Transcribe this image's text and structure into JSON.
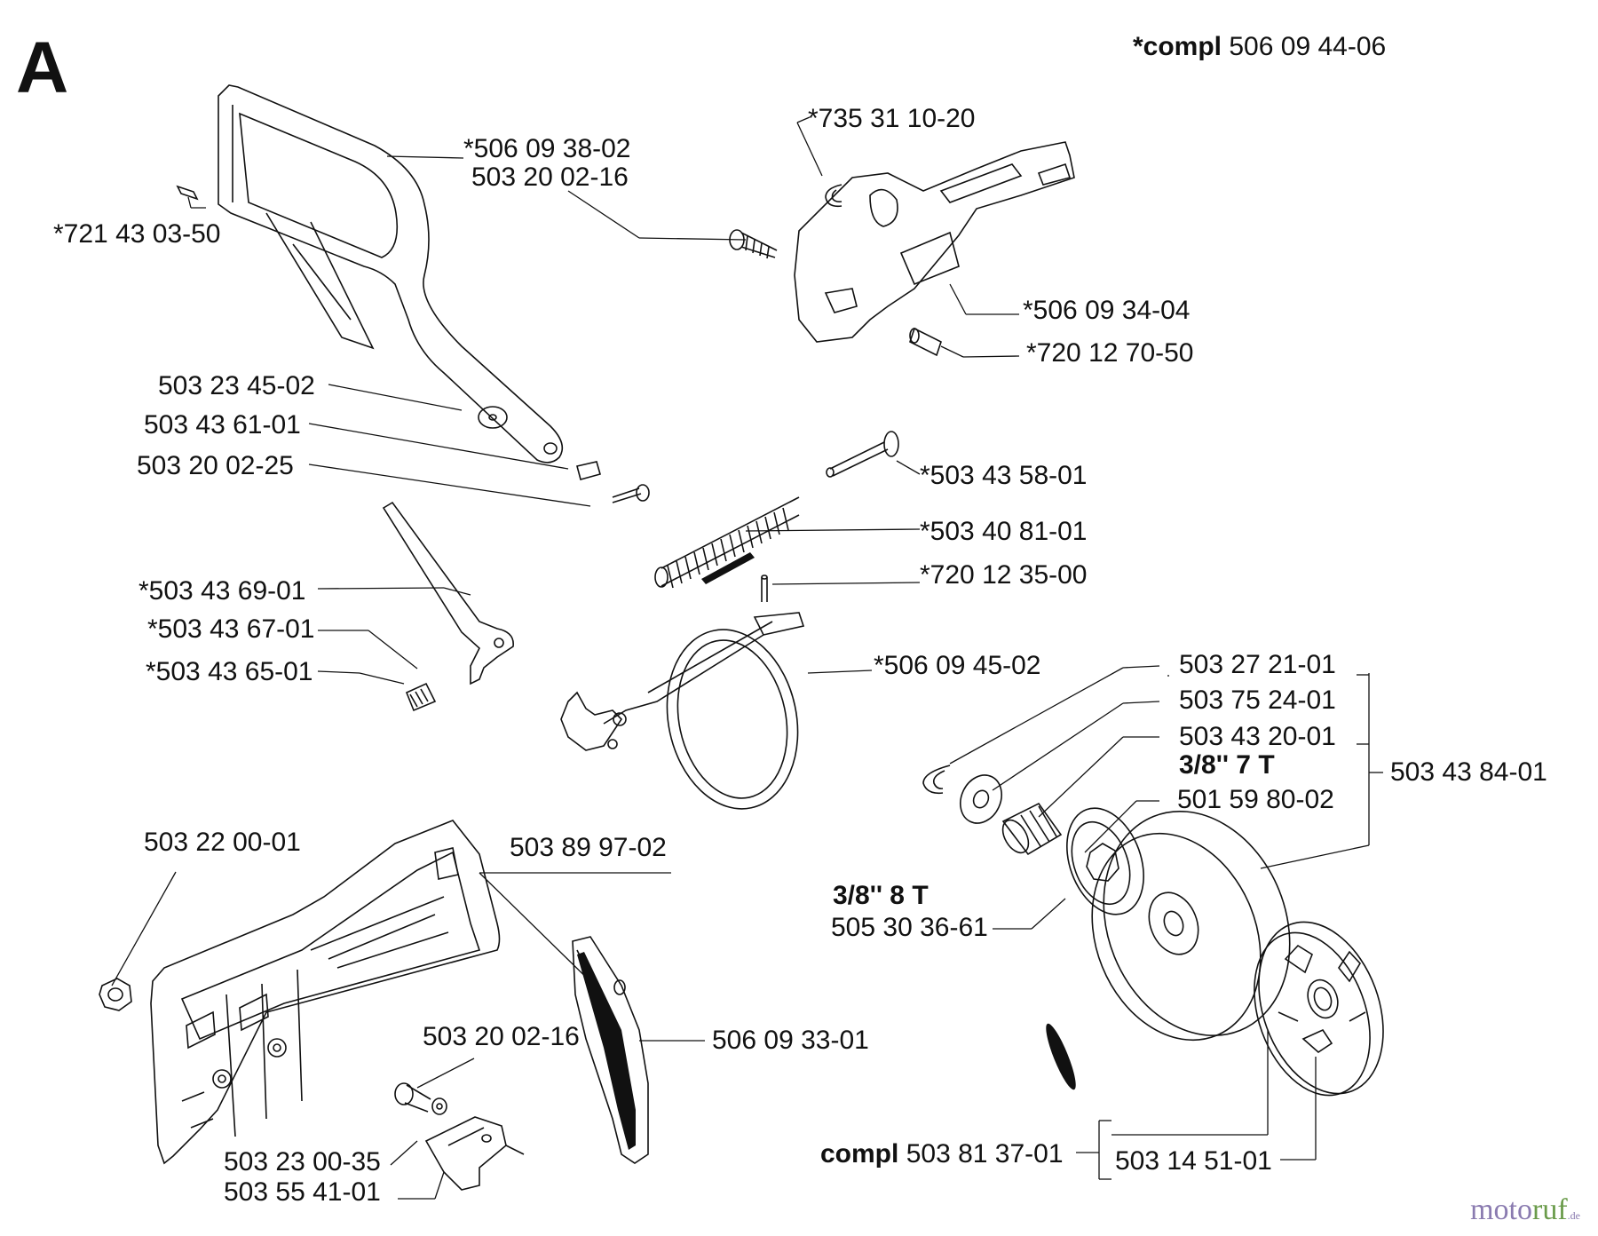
{
  "section_letter": "A",
  "labels": {
    "compl_top_prefix": "*compl",
    "compl_top_code": "506 09 44-06",
    "p735": "*735 31 10-20",
    "p506_0938": "*506 09 38-02",
    "p503_200216_top": "503 20 02-16",
    "p721": "*721 43 03-50",
    "p506_0934": "*506 09 34-04",
    "p720_1270": "*720 12 70-50",
    "p503_2345": "503 23 45-02",
    "p503_4361": "503 43 61-01",
    "p503_200225": "503 20 02-25",
    "p503_4358": "*503 43 58-01",
    "p503_4081": "*503 40 81-01",
    "p720_1235": "*720 12 35-00",
    "p503_4369": "*503 43  69-01",
    "p503_4367": "*503 43 67-01",
    "p503_4365": "*503 43 65-01",
    "p506_0945": "*506 09 45-02",
    "p503_2721": "503 27 21-01",
    "p503_7524": "503 75 24-01",
    "p503_4320": "503 43 20-01",
    "sprocket_7t": "3/8'' 7 T",
    "p501_5980": "501 59 80-02",
    "p503_4384": "503 43 84-01",
    "p503_2200": "503 22 00-01",
    "p503_8997": "503 89 97-02",
    "sprocket_8t": "3/8'' 8 T",
    "p505_3036": "505 30 36-61",
    "p503_200216_bottom": "503 20 02-16",
    "p506_0933": "506 09 33-01",
    "p503_2300": "503 23 00-35",
    "p503_5541": "503 55 41-01",
    "compl_bottom_prefix": "compl",
    "compl_bottom_code": "503 81 37-01",
    "p503_1451": "503 14 51-01"
  },
  "watermark": {
    "part1": "moto",
    "part2": "ruf",
    "part3": ".de"
  }
}
